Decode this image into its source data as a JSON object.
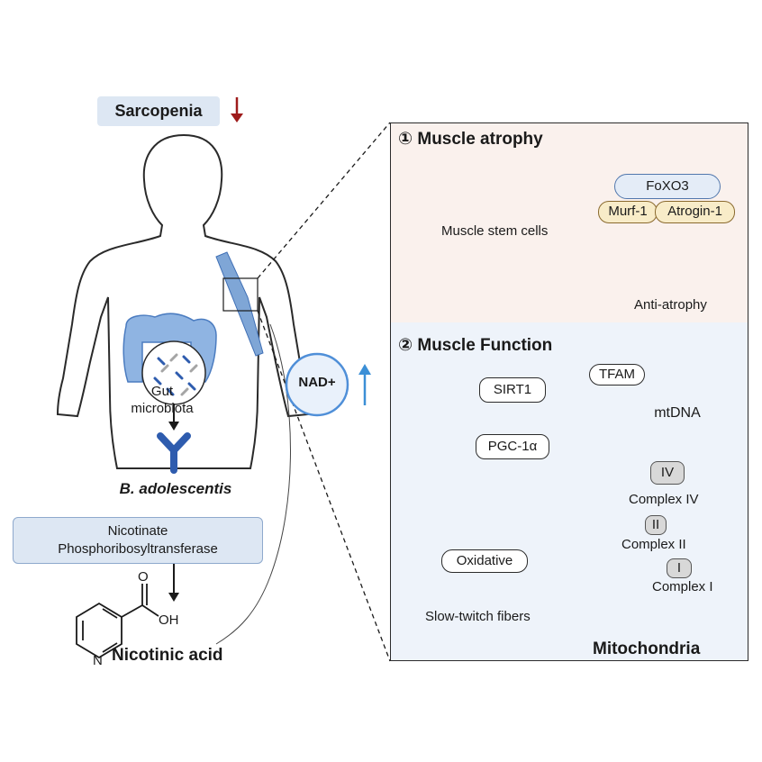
{
  "sarcopenia": {
    "label": "Sarcopenia"
  },
  "gut": {
    "label_line1": "Gut",
    "label_line2": "microbiota"
  },
  "bacterium": {
    "name": "B. adolescentis"
  },
  "enzyme": {
    "line1": "Nicotinate",
    "line2": "Phosphoribosyltransferase"
  },
  "molecule": {
    "name": "Nicotinic acid",
    "atom_o": "O",
    "atom_oh": "OH",
    "atom_n": "N"
  },
  "nad": {
    "label": "NAD+"
  },
  "panel1": {
    "title": "① Muscle atrophy",
    "stem_cells": "Muscle stem cells",
    "foxo3": "FoXO3",
    "murf1": "Murf-1",
    "atrogin1": "Atrogin-1",
    "anti_atrophy": "Anti-atrophy"
  },
  "panel2": {
    "title": "② Muscle Function",
    "sirt1": "SIRT1",
    "pgc1a": "PGC-1α",
    "tfam": "TFAM",
    "mtdna": "mtDNA",
    "complex_iv_mark": "IV",
    "complex_iv": "Complex IV",
    "complex_ii_mark": "II",
    "complex_ii": "Complex II",
    "complex_i_mark": "I",
    "complex_i": "Complex I",
    "oxidative": "Oxidative",
    "slow_twitch": "Slow-twitch fibers",
    "mitochondria": "Mitochondria"
  },
  "colors": {
    "up_arrow": "#3b8fd6",
    "down_arrow": "#9e1b1b",
    "muscle": "#c24a4a",
    "mito": "#5b8fcf"
  }
}
